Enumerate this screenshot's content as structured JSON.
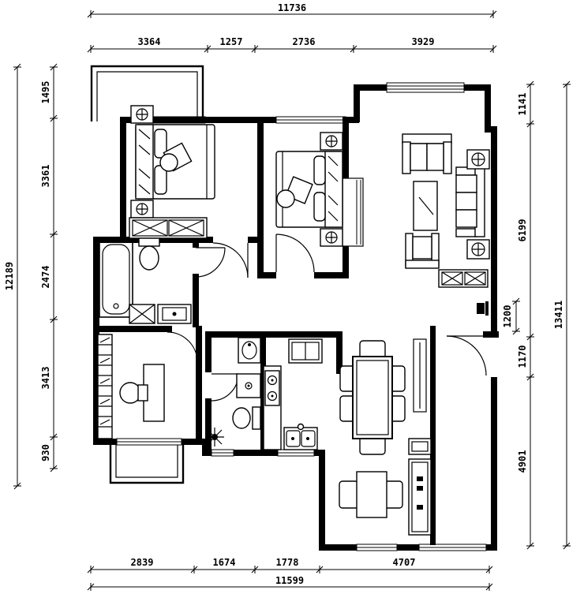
{
  "drawing": {
    "type": "residential-floor-plan",
    "colors": {
      "ink": "#000000",
      "paper": "#ffffff"
    },
    "dims": {
      "top": {
        "total": "11736",
        "segments": [
          "3364",
          "1257",
          "2736",
          "3929"
        ]
      },
      "bottom": {
        "total": "11599",
        "segments": [
          "2839",
          "1674",
          "1778",
          "4707"
        ]
      },
      "left": {
        "total": "12189",
        "segments": [
          "1495",
          "3361",
          "2474",
          "3413",
          "930"
        ]
      },
      "right": {
        "total": "13411",
        "segments": [
          "1141",
          "6199",
          "1170",
          "4901"
        ]
      },
      "interior": {
        "entry_width": "1200"
      }
    }
  }
}
